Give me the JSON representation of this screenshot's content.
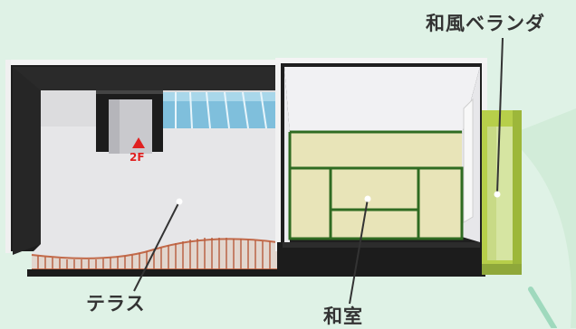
{
  "labels": {
    "veranda": "和風ベランダ",
    "terrace": "テラス",
    "washitsu": "和室"
  },
  "stair_marker": "2F",
  "icons": {
    "stair_marker_icon": "red-up-triangle",
    "pointer_dot": "white-dot"
  },
  "colors": {
    "background": "#dff2e6",
    "wall": "#1f1f1f",
    "tatami": "#e8e4b8",
    "tatami_border": "#2f6b22",
    "veranda_green": "#b7cf4a",
    "marker_red": "#e02020",
    "label_text": "#333333"
  }
}
